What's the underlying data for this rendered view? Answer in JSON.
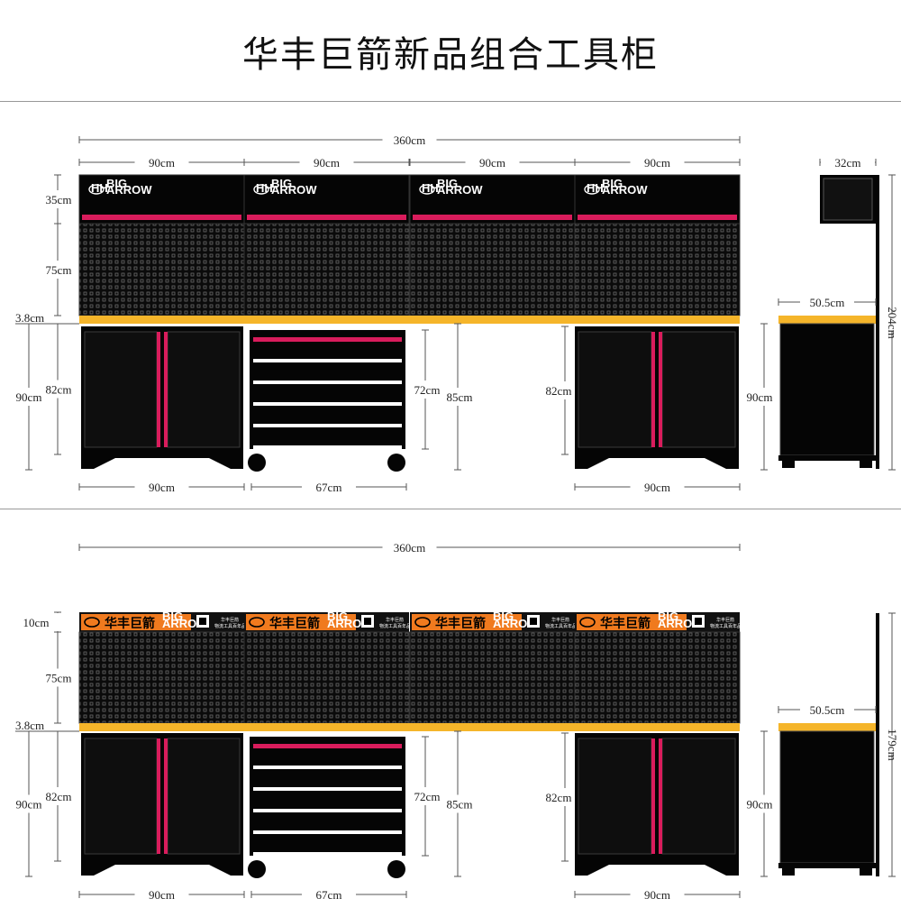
{
  "title": "华丰巨箭新品组合工具柜",
  "brand": {
    "logo_glyph": "HH",
    "en_line1": "BIG",
    "en_line2": "ARROW",
    "cn_name": "华丰巨箭",
    "orange": "#f07a1e",
    "red": "#d91c5c",
    "yellow": "#f5b52a",
    "black": "#050505"
  },
  "qr_caption": [
    "华丰巨箭",
    "物流工具百年品牌"
  ],
  "version_a": {
    "overall_width": "360cm",
    "module_widths": [
      "90cm",
      "90cm",
      "90cm",
      "90cm"
    ],
    "cap_height": "35cm",
    "pegboard_height": "75cm",
    "worktop_thickness": "3.8cm",
    "cabinet_body": "82cm",
    "cabinet_total": "90cm",
    "drawer_body": "72cm",
    "drawer_total": "85cm",
    "bottom_widths": [
      "90cm",
      "67cm",
      "90cm"
    ],
    "side_top_depth": "32cm",
    "side_depth": "50.5cm",
    "side_height": "204cm",
    "side_base_height": "90cm"
  },
  "version_b": {
    "overall_width": "360cm",
    "header_height": "10cm",
    "pegboard_height": "75cm",
    "worktop_thickness": "3.8cm",
    "cabinet_body": "82cm",
    "cabinet_total": "90cm",
    "drawer_body": "72cm",
    "drawer_total": "85cm",
    "bottom_widths": [
      "90cm",
      "67cm",
      "90cm"
    ],
    "side_depth": "50.5cm",
    "side_height": "179cm",
    "side_base_height": "90cm"
  }
}
